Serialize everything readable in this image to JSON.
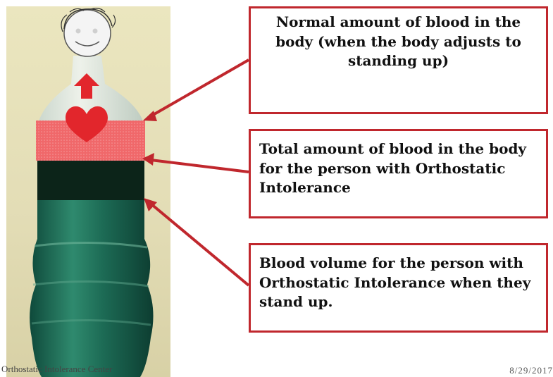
{
  "callouts": {
    "normal": "Normal amount of blood in the body (when the body adjusts to standing up)",
    "total": "Total amount of blood in the body for the person with Orthostatic Intolerance",
    "standing": "Blood volume for the person with Orthostatic Intolerance when they stand up."
  },
  "footer": {
    "left": "Orthostatic Intolerance Center",
    "right": "8/29/2017"
  },
  "colors": {
    "accent": "#c0272d",
    "red_band": "#f0686a",
    "dark_band": "#0c2419",
    "liquid": "#1f6b55",
    "heart": "#e2262c"
  },
  "icons": {
    "face": "smiley-face-icon",
    "heart": "heart-icon",
    "up_arrow": "up-arrow-icon"
  }
}
